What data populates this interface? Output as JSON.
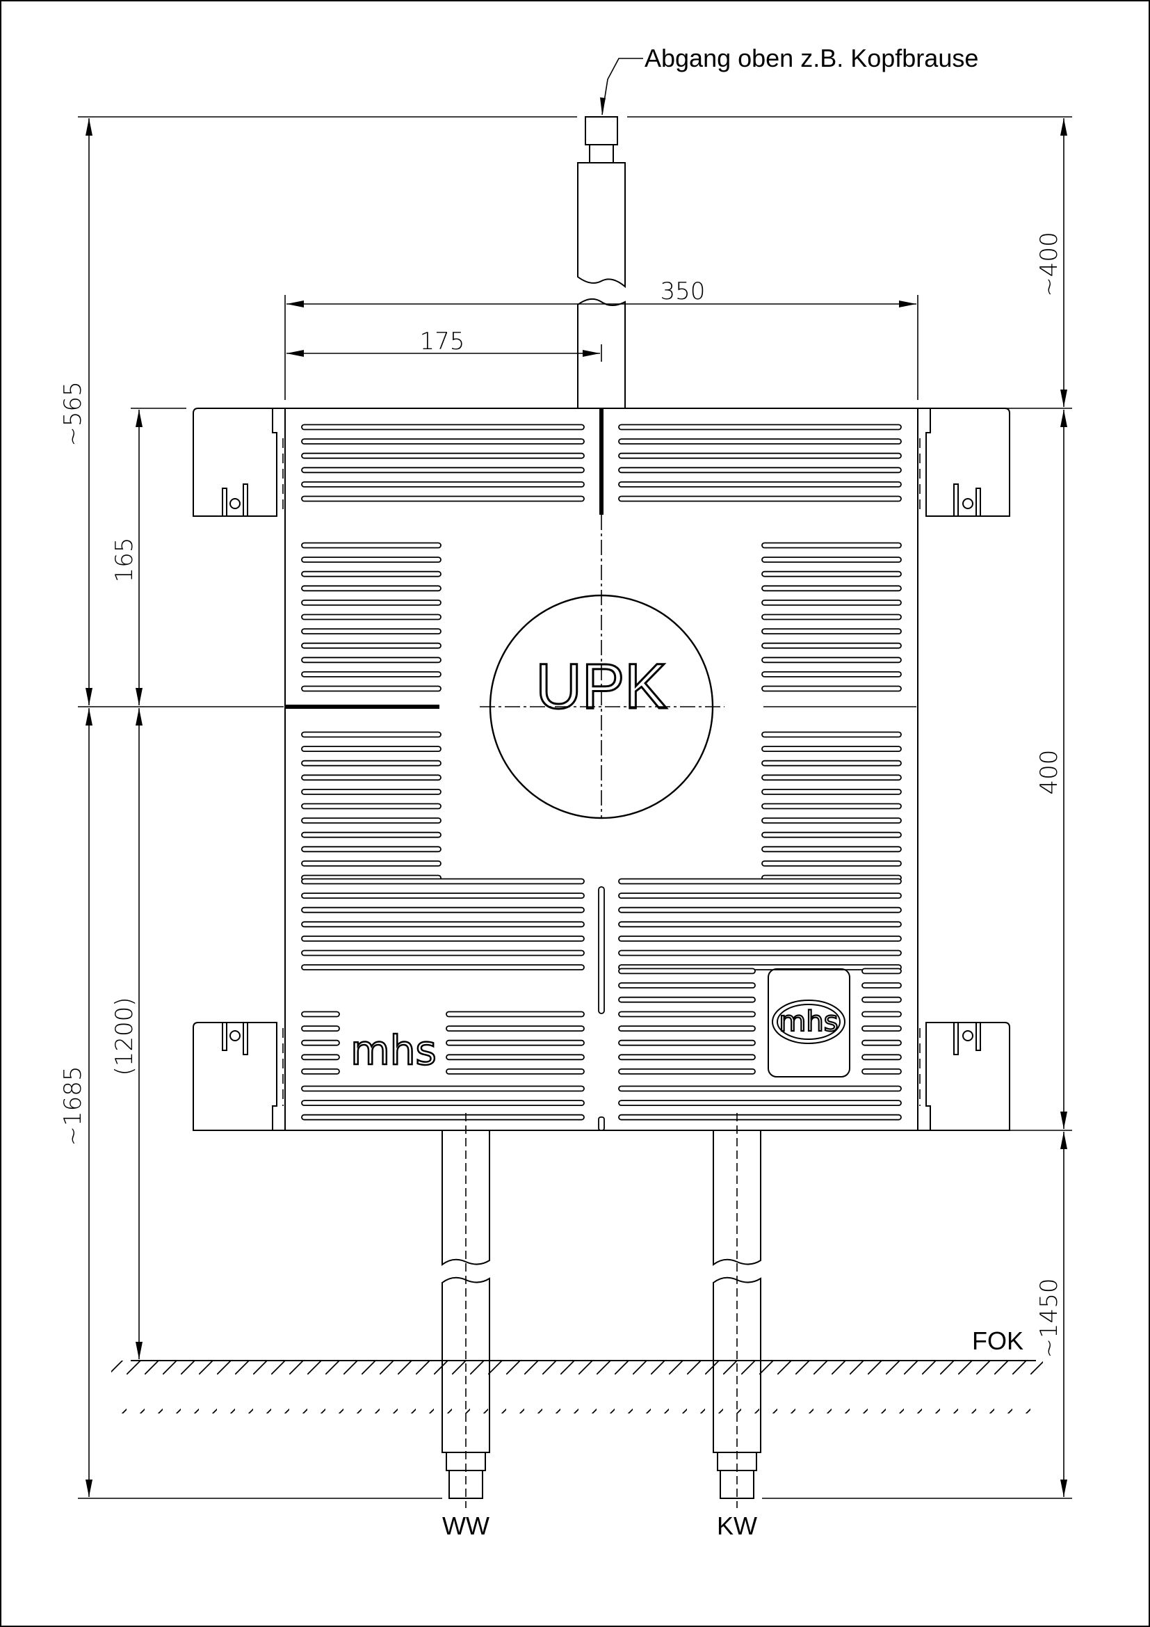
{
  "labels": {
    "top_outlet": "Abgang oben z.B. Kopfbrause",
    "floor": "FOK",
    "warm_water": "WW",
    "cold_water": "KW",
    "center_mark": "UPK",
    "logo_left": "mhs",
    "logo_right": "mhs"
  },
  "dimensions": {
    "overall_width": "350",
    "half_width": "175",
    "top_total": "~565",
    "upper_half_height": "165",
    "lower_total": "~1685",
    "floor_offset": "(1200)",
    "top_outlet_length": "~400",
    "body_height": "400",
    "floor_to_outlet": "~1450"
  }
}
